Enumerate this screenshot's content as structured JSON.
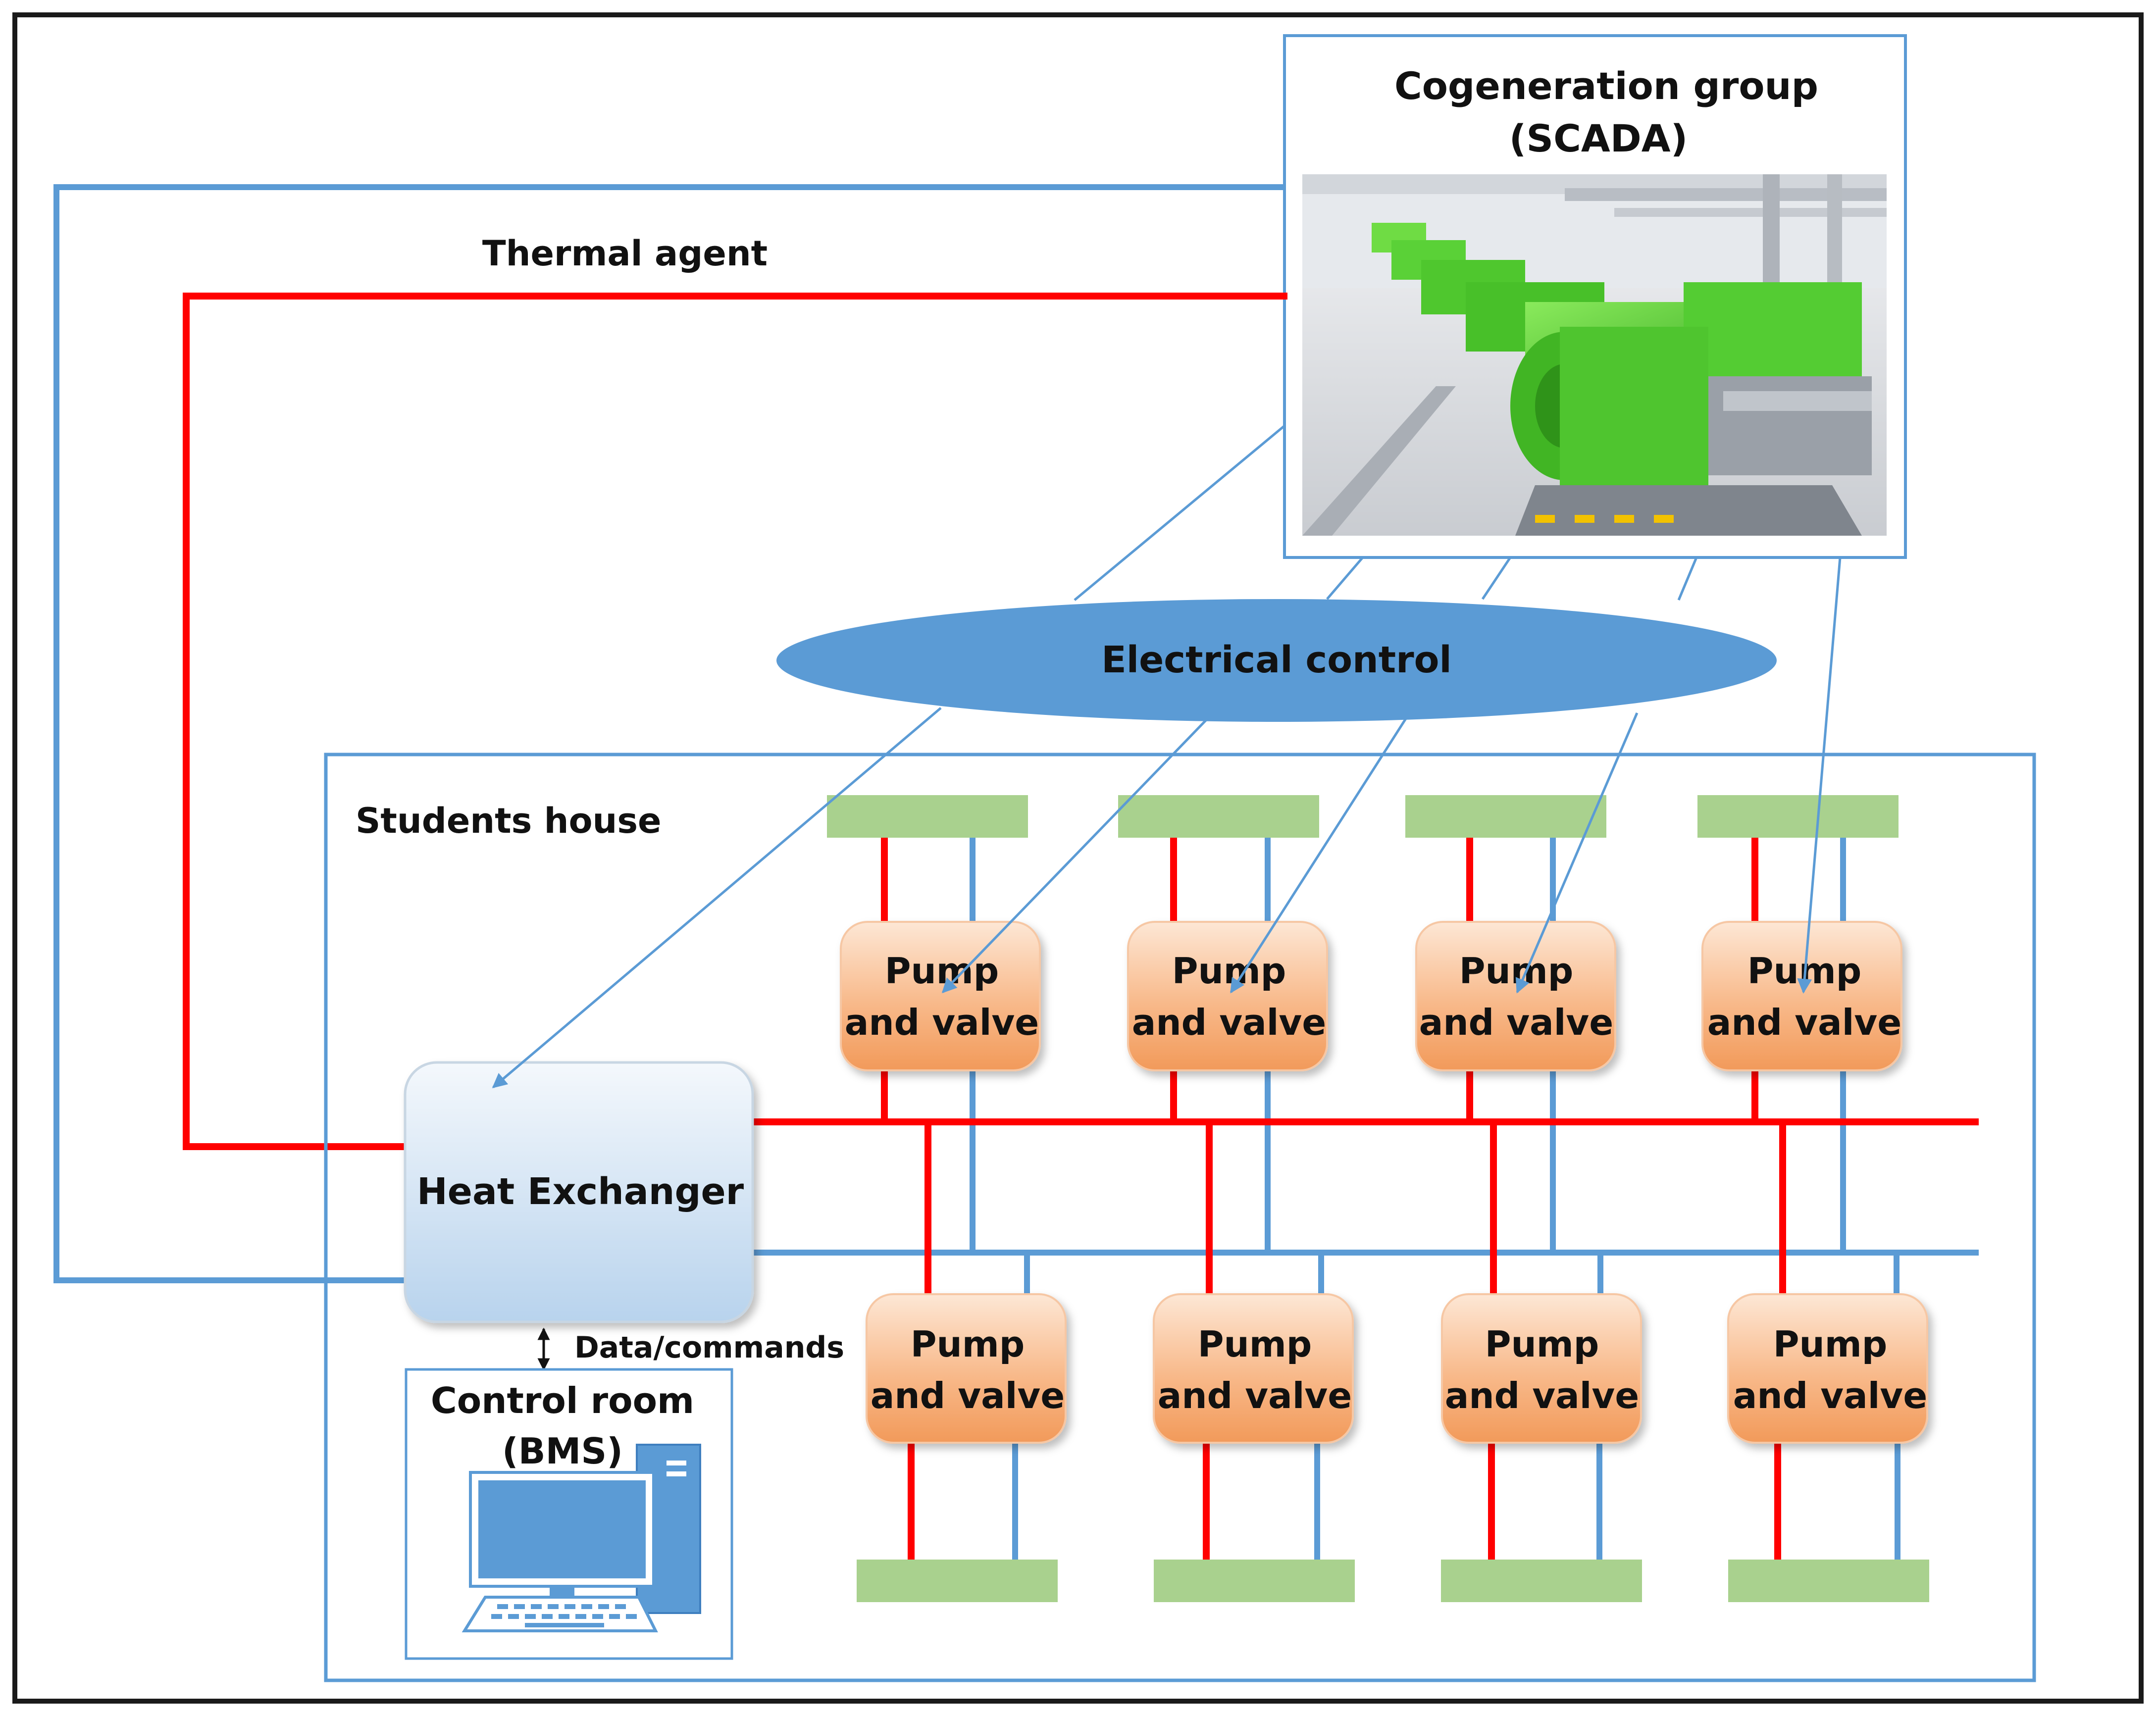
{
  "colors": {
    "supply_line": "#ff0000",
    "return_line": "#5b9bd5",
    "control_line": "#5b9bd5",
    "terminal_block": "#a9d18e",
    "pump_fill_top": "#fde3cf",
    "pump_fill_bottom": "#f4a46a",
    "heat_exchanger_fill_top": "#ffffff",
    "heat_exchanger_fill_bottom": "#bcd6ee",
    "ellipse_fill": "#5b9bd5",
    "border": "#5b9bd5",
    "engine_green": "#59d332"
  },
  "cogeneration": {
    "title_line1": "Cogeneration group",
    "title_line2": "(SCADA)",
    "photo_icon": "generator-engine-photo"
  },
  "pipes": {
    "thermal_agent_label": "Thermal agent"
  },
  "electrical_control": {
    "label": "Electrical control"
  },
  "students_house": {
    "label": "Students house"
  },
  "heat_exchanger": {
    "label": "Heat Exchanger"
  },
  "link": {
    "label": "Data/commands"
  },
  "control_room": {
    "title_line1": "Control room",
    "title_line2": "(BMS)",
    "icon": "desktop-computer-icon"
  },
  "pumps_top": [
    {
      "line1": "Pump",
      "line2": "and valve"
    },
    {
      "line1": "Pump",
      "line2": "and valve"
    },
    {
      "line1": "Pump",
      "line2": "and valve"
    },
    {
      "line1": "Pump",
      "line2": "and valve"
    }
  ],
  "pumps_bottom": [
    {
      "line1": "Pump",
      "line2": "and valve"
    },
    {
      "line1": "Pump",
      "line2": "and valve"
    },
    {
      "line1": "Pump",
      "line2": "and valve"
    },
    {
      "line1": "Pump",
      "line2": "and valve"
    }
  ]
}
